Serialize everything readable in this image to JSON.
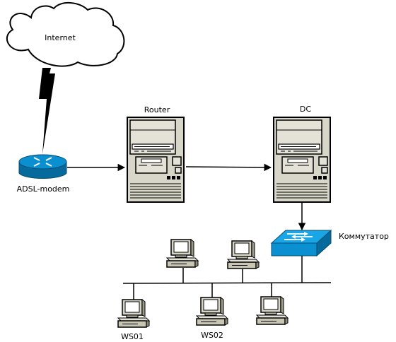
{
  "nodes": {
    "internet": {
      "label": "Internet"
    },
    "modem": {
      "label": "ADSL-modem"
    },
    "router": {
      "label": "Router"
    },
    "dc": {
      "label": "DC"
    },
    "switch": {
      "label": "Коммутатор"
    },
    "ws01": {
      "label": "WS01"
    },
    "ws02": {
      "label": "WS02"
    },
    "ws_top_left": {
      "label": ""
    },
    "ws_top_right": {
      "label": ""
    },
    "ws_right": {
      "label": ""
    }
  },
  "links": [
    {
      "from": "internet",
      "to": "modem",
      "style": "lightning"
    },
    {
      "from": "modem",
      "to": "router",
      "style": "arrow"
    },
    {
      "from": "router",
      "to": "dc",
      "style": "arrow"
    },
    {
      "from": "dc",
      "to": "switch",
      "style": "arrow"
    },
    {
      "from": "switch",
      "to": "bus",
      "style": "line"
    }
  ],
  "colors": {
    "device_blue": "#0a8fd0",
    "device_blue_dark": "#066a9c",
    "server_body": "#d8d6c8",
    "pc_body": "#c9c7b4"
  }
}
